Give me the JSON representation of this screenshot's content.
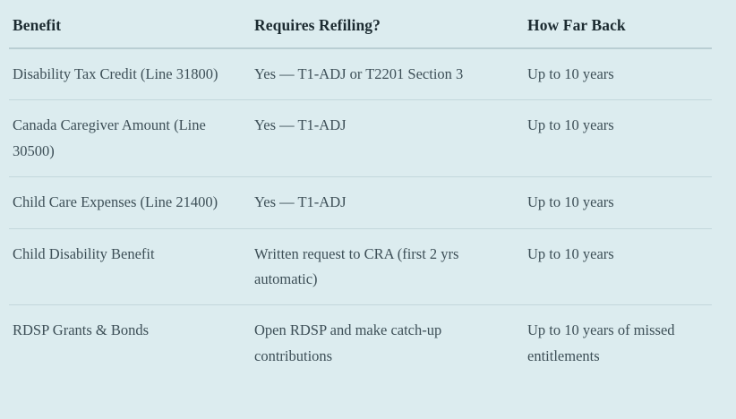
{
  "table": {
    "columns": [
      {
        "label": "Benefit",
        "name": "benefit"
      },
      {
        "label": "Requires Refiling?",
        "name": "requires-refiling"
      },
      {
        "label": "How Far Back",
        "name": "how-far-back"
      }
    ],
    "rows": [
      {
        "benefit": "Disability Tax Credit (Line 31800)",
        "requires_refiling": "Yes — T1-ADJ or T2201 Section 3",
        "how_far_back": "Up to 10 years"
      },
      {
        "benefit": "Canada Caregiver Amount (Line 30500)",
        "requires_refiling": "Yes — T1-ADJ",
        "how_far_back": "Up to 10 years"
      },
      {
        "benefit": "Child Care Expenses (Line 21400)",
        "requires_refiling": "Yes — T1-ADJ",
        "how_far_back": "Up to 10 years"
      },
      {
        "benefit": "Child Disability Benefit",
        "requires_refiling": "Written request to CRA (first 2 yrs automatic)",
        "how_far_back": "Up to 10 years"
      },
      {
        "benefit": "RDSP Grants & Bonds",
        "requires_refiling": "Open RDSP and make catch-up contributions",
        "how_far_back": "Up to 10 years of missed entitlements"
      }
    ]
  },
  "colors": {
    "background": "#dcecef",
    "header_text": "#1c2b31",
    "body_text": "#3d4f57",
    "header_rule": "#b9ced3",
    "row_rule": "#c3d7dc"
  }
}
